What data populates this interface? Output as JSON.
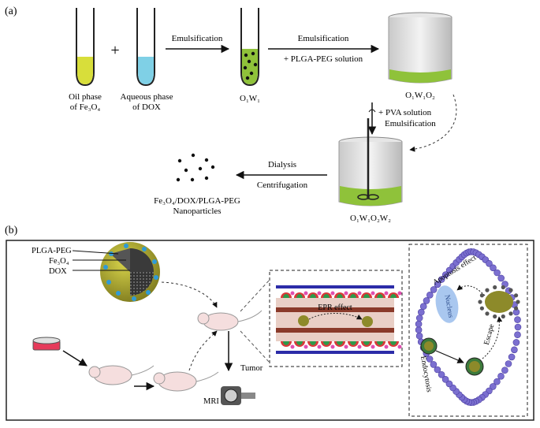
{
  "panel_a": {
    "tag": "(a)",
    "oil_label_1": "Oil phase",
    "oil_label_2": "of Fe₃O₄",
    "plus": "+",
    "aq_label_1": "Aqueous phase",
    "aq_label_2": "of DOX",
    "step1": "Emulsification",
    "o1w1": "O₁W₁",
    "step2": "Emulsification",
    "step2_sub": "+ PLGA-PEG solution",
    "o1w1o2": "O₁W₁O₂",
    "step3_a": "+ PVA solution",
    "step3_b": "Emulsification",
    "o1w1o2w2": "O₁W₁O₂W₂",
    "step4_a": "Dialysis",
    "step4_b": "Centrifugation",
    "product_1": "Fe₃O₄/DOX/PLGA-PEG",
    "product_2": "Nanoparticles"
  },
  "panel_b": {
    "tag": "(b)",
    "np_label_1": "PLGA-PEG",
    "np_label_2": "Fe₃O₄",
    "np_label_3": "DOX",
    "epr": "EPR effect",
    "tumor": "Tumor",
    "mri": "MRI",
    "apoptosis": "Apoptosis effect",
    "nucleus": "Nucleus",
    "escape": "Escape",
    "endocytosis": "Endocytosis"
  },
  "colors": {
    "oil": "#d8de3a",
    "aqueous": "#7fd0e6",
    "emulsion": "#8fc23a",
    "shell": "#a6a233",
    "cell_bead": "#7b6fd0",
    "nucleus": "#a9c7ef"
  }
}
